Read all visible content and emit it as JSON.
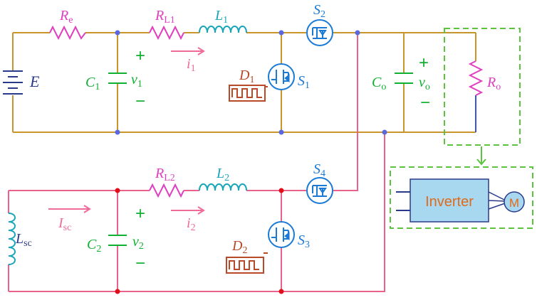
{
  "colors": {
    "wire_top": "#c8952a",
    "wire_bottom": "#e8628c",
    "wire_link": "#e8628c",
    "wire_blue": "#3a55d8",
    "resistor": "#e040c0",
    "inductor": "#1aa6b8",
    "capacitor": "#10b030",
    "switch": "#1a7ad6",
    "diode_box": "#b84a2a",
    "node_top": "#5a68e0",
    "node_bottom": "#e0101a",
    "dash_box": "#5cc43c",
    "inverter_fill": "#a8d8f0",
    "inverter_text": "#e06a1a",
    "motor_fill": "#a8d8f0",
    "green_arrow": "#5cc43c",
    "current_arrow": "#f06a9a",
    "dark_blue": "#2a3a8a"
  },
  "labels": {
    "E": "E",
    "Re_main": "R",
    "Re_sub": "e",
    "RL1_main": "R",
    "RL1_sub": "L1",
    "L1_main": "L",
    "L1_sub": "1",
    "S2_main": "S",
    "S2_sub": "2",
    "C1_main": "C",
    "C1_sub": "1",
    "v1_main": "v",
    "v1_sub": "1",
    "i1_main": "i",
    "i1_sub": "1",
    "D1_main": "D",
    "D1_sub": "1",
    "S1_main": "S",
    "S1_sub": "1",
    "Co_main": "C",
    "Co_sub": "o",
    "vo_main": "v",
    "vo_sub": "o",
    "Ro_main": "R",
    "Ro_sub": "o",
    "RL2_main": "R",
    "RL2_sub": "L2",
    "L2_main": "L",
    "L2_sub": "2",
    "S4_main": "S",
    "S4_sub": "4",
    "Lsc_main": "L",
    "Lsc_sub": "sc",
    "Isc_main": "I",
    "Isc_sub": "sc",
    "C2_main": "C",
    "C2_sub": "2",
    "v2_main": "v",
    "v2_sub": "2",
    "i2_main": "i",
    "i2_sub": "2",
    "D2_main": "D",
    "D2_sub": "2",
    "S3_main": "S",
    "S3_sub": "3",
    "plus": "+",
    "minus": "−",
    "inverter": "Inverter",
    "motor": "M"
  }
}
